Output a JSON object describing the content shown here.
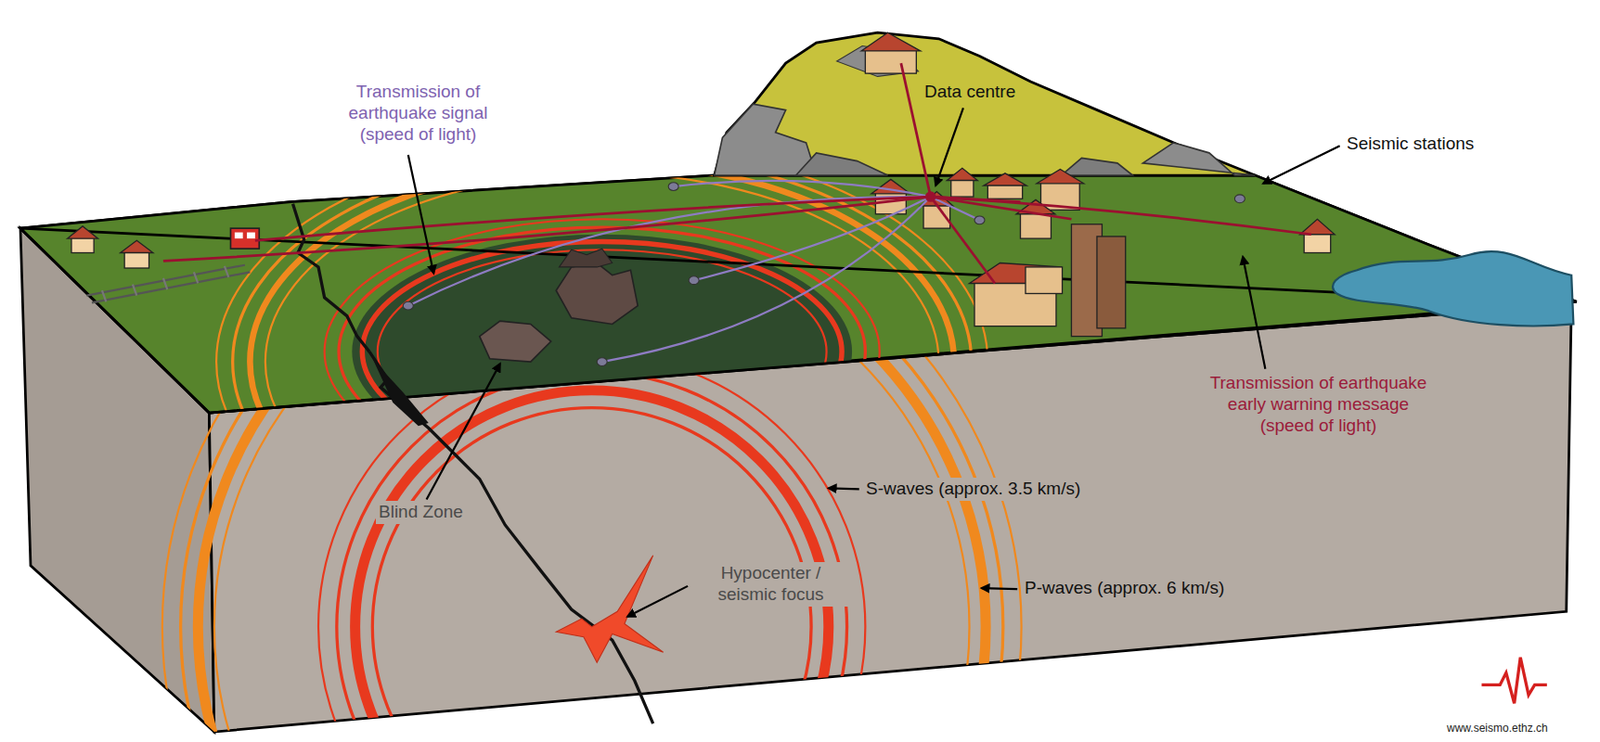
{
  "diagram": {
    "labels": [
      "Transmission of earthquake signal (speed of light)",
      "Data centre",
      "Seismic stations",
      "Transmission of earthquake early warning message (speed of light)",
      "S-waves (approx. 3.5 km/s)",
      "P-waves (approx. 6 km/s)",
      "Blind Zone",
      "Hypocenter / seismic focus",
      "www.seismo.ethz.ch"
    ]
  }
}
